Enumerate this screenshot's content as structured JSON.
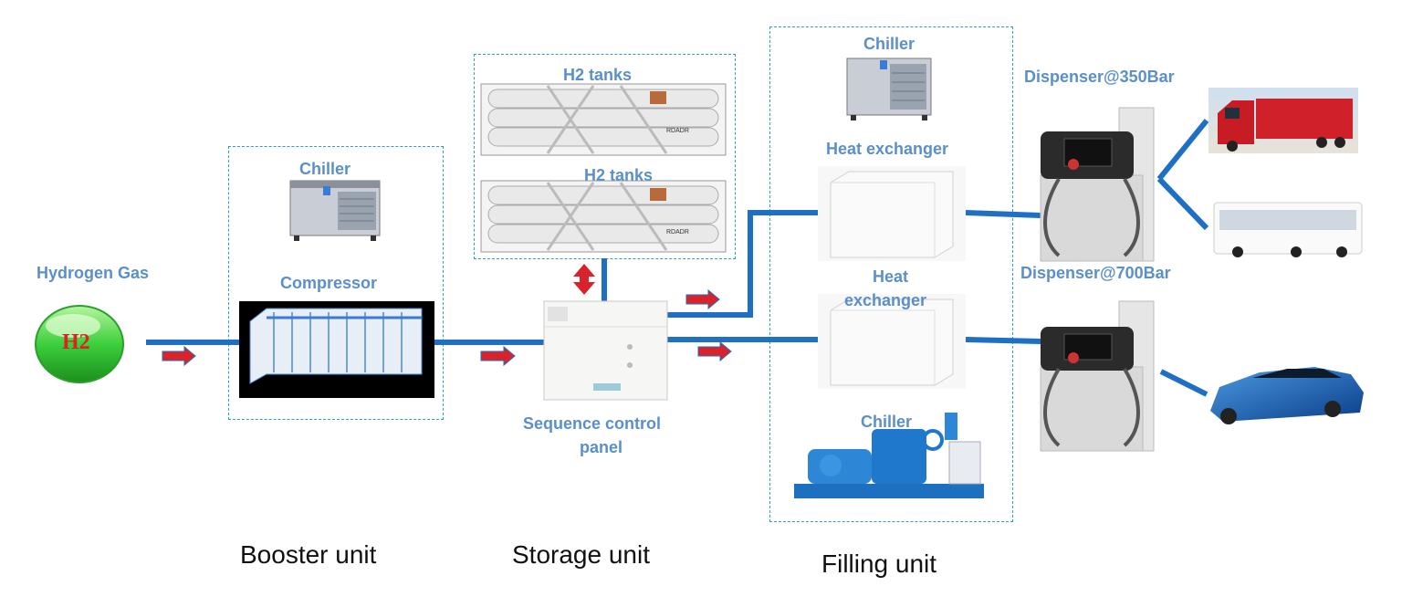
{
  "source": {
    "label": "Hydrogen Gas",
    "badge": "H2"
  },
  "booster": {
    "chiller_label": "Chiller",
    "compressor_label": "Compressor",
    "unit_label": "Booster unit"
  },
  "storage": {
    "tank1_label": "H2 tanks",
    "tank2_label": "H2 tanks",
    "tank_plate": "RDADR",
    "panel_label_line1": "Sequence control",
    "panel_label_line2": "panel",
    "unit_label": "Storage unit"
  },
  "filling": {
    "chiller_top_label": "Chiller",
    "hx1_label": "Heat exchanger",
    "hx2_label_line1": "Heat",
    "hx2_label_line2": "exchanger",
    "chiller_bottom_label": "Chiller",
    "unit_label": "Filling unit"
  },
  "dispensers": {
    "d350_label": "Dispenser@350Bar",
    "d700_label": "Dispenser@700Bar"
  },
  "colors": {
    "pipe": "#1f6fc4",
    "arrow": "#d8232a",
    "dash": "#2aa0c8",
    "label": "#5b8fc9"
  }
}
